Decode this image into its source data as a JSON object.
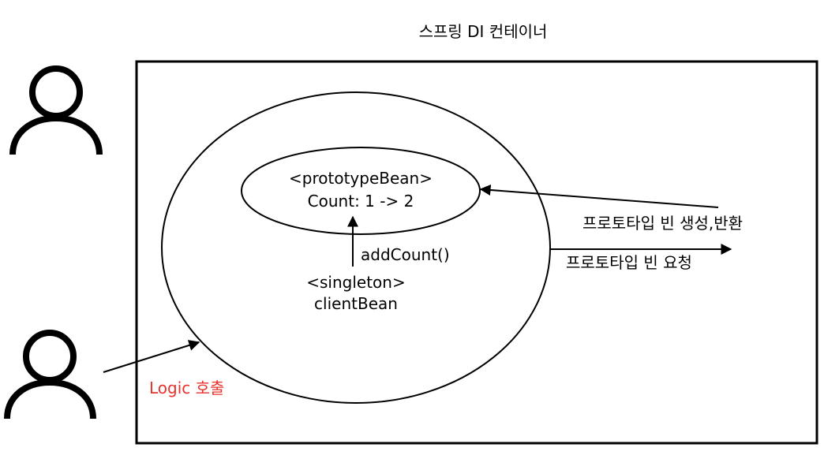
{
  "diagram": {
    "title": "스프링 DI 컨테이너",
    "prototype_bean": {
      "name": "<prototypeBean>",
      "count": "Count: 1 -> 2"
    },
    "client_bean": {
      "stereotype": "<singleton>",
      "name": "clientBean"
    },
    "arrows": {
      "add_count": "addCount()",
      "create_return": "프로토타입 빈 생성,반환",
      "request": "프로토타입 빈 요청",
      "logic_call": "Logic 호출"
    },
    "actors": [
      {
        "icon": "user-icon"
      },
      {
        "icon": "user-icon"
      }
    ],
    "colors": {
      "stroke": "#000000",
      "logic_label": "#e8322e"
    }
  }
}
